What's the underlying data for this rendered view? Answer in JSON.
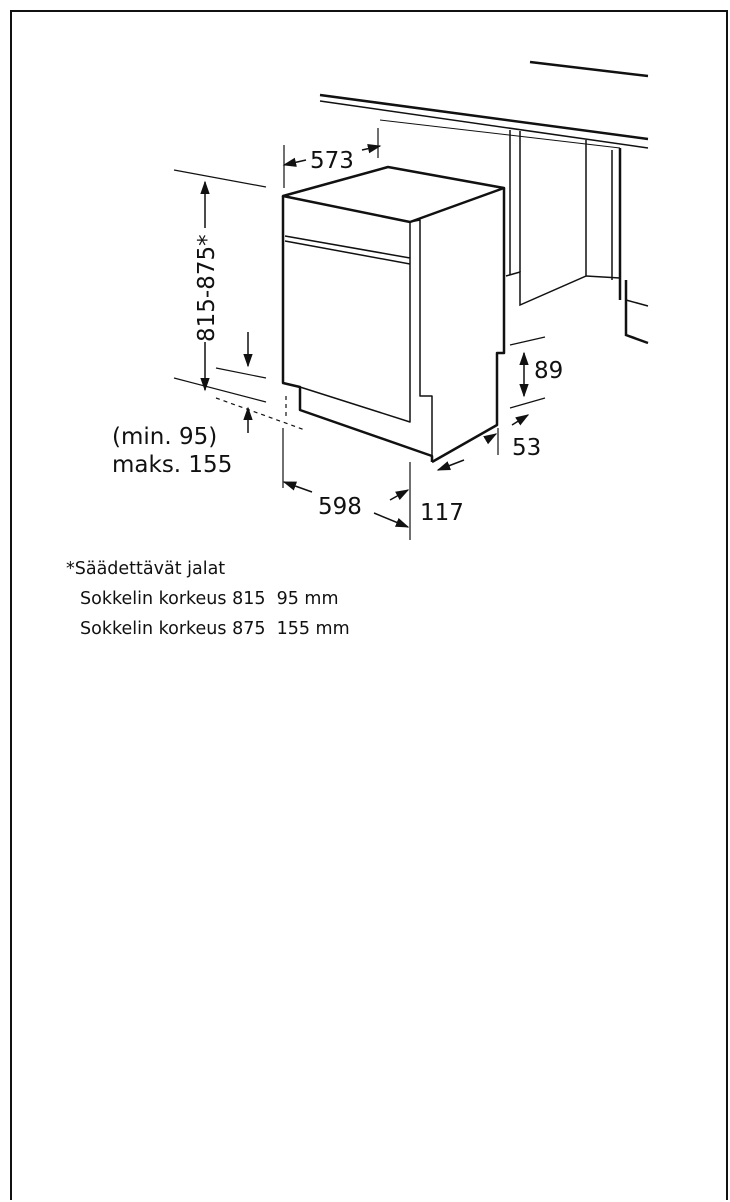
{
  "diagram": {
    "width_depth": "573",
    "height_range": "815-875*",
    "plinth_min": "(min. 95)",
    "plinth_max": "maks. 155",
    "width": "598",
    "offset_117": "117",
    "recess_height": "89",
    "recess_depth": "53"
  },
  "notes": {
    "title": "*Säädettävät jalat",
    "line1": "Sokkelin korkeus 815  95 mm",
    "line2": "Sokkelin korkeus 875  155 mm"
  }
}
